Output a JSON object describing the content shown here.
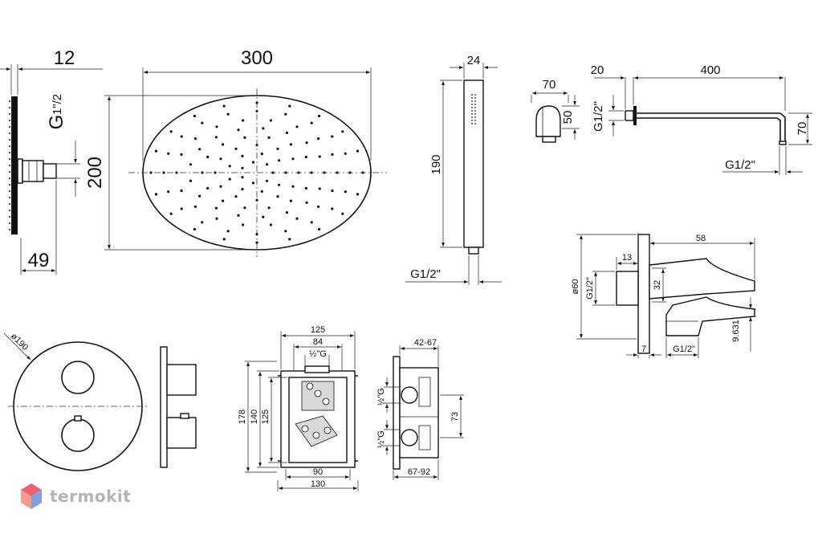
{
  "dims": {
    "head_side_thickness": "12",
    "head_side_thread": "G",
    "head_side_thread_frac": "1\"/2",
    "head_side_depth": "49",
    "head_width": "300",
    "head_height": "200",
    "hand_width": "24",
    "hand_length": "190",
    "hand_thread": "G1/2\"",
    "outlet_width": "70",
    "outlet_height": "50",
    "outlet_thread": "G1/2\"",
    "arm_flange": "20",
    "arm_length": "400",
    "arm_drop": "70",
    "arm_thread": "G1/2\"",
    "holder_length": "58",
    "holder_offset": "13",
    "holder_height": "32",
    "holder_dia": "ø60",
    "holder_thread_left": "G1/2\"",
    "holder_flange": "7",
    "holder_thread_bottom": "G1/2\"",
    "holder_small": "9.631",
    "plate_dia": "ø190",
    "box_w_outer": "125",
    "box_w_inner": "84",
    "box_thread_top": "½\"G",
    "box_h_outer": "178",
    "box_h_mid": "140",
    "box_h_inner": "125",
    "box_w_bottom_inner": "90",
    "box_w_bottom_outer": "130",
    "box_depth_top": "42-67",
    "box_thread_upper": "½\"G",
    "box_thread_lower": "½\"G",
    "box_port_spacing": "73",
    "box_depth_bottom": "67-92"
  },
  "brand": {
    "name": "termokit"
  },
  "colors": {
    "line": "#111111",
    "logo_red": "#e8475a",
    "logo_blue": "#6d8fd6",
    "logo_text": "#b0b4bd"
  }
}
